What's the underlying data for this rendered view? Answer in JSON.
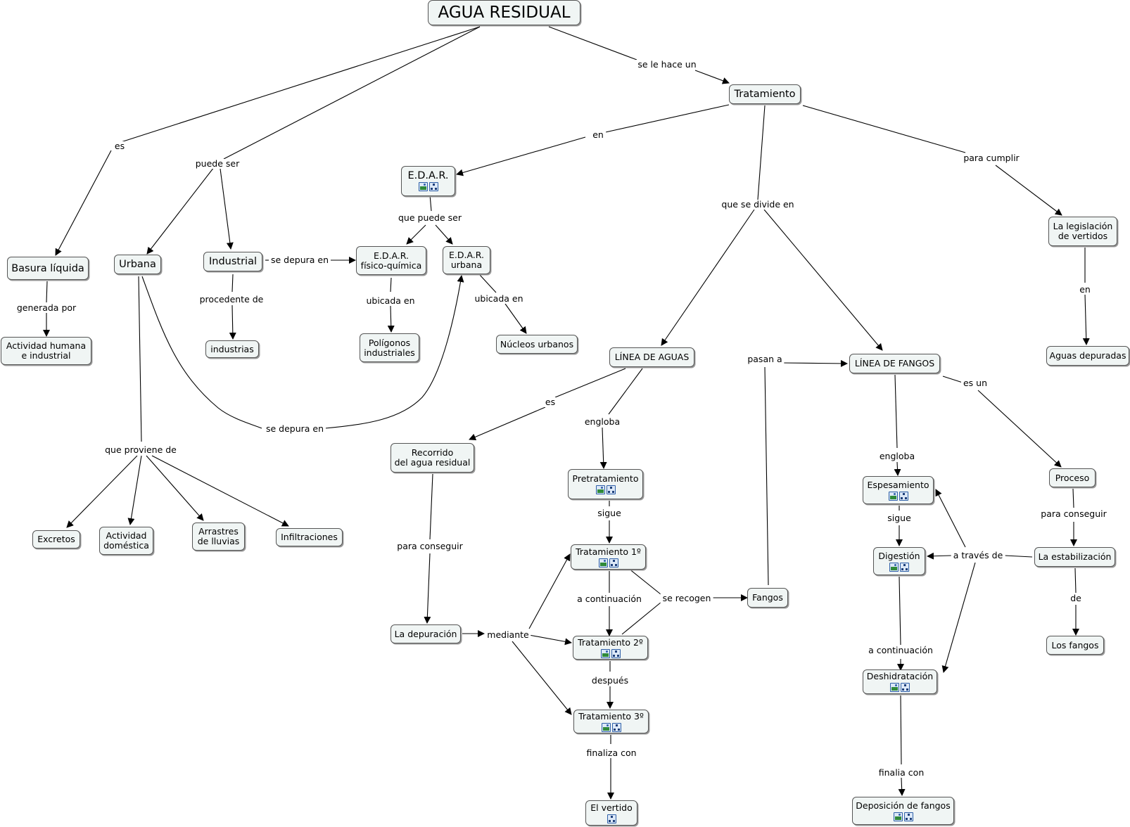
{
  "nodes": {
    "agua_residual": "AGUA RESIDUAL",
    "tratamiento": "Tratamiento",
    "edar": "E.D.A.R.",
    "basura_liquida": "Basura líquida",
    "urbana": "Urbana",
    "industrial": "Industrial",
    "edar_fq": "E.D.A.R.\nfísico-química",
    "edar_urbana": "E.D.A.R.\nurbana",
    "legislacion": "La legislación\nde vertidos",
    "actividad_humana": "Actividad humana\ne industrial",
    "industrias": "industrias",
    "poligonos": "Polígonos\nindustriales",
    "nucleos": "Núcleos urbanos",
    "aguas_depuradas": "Aguas depuradas",
    "linea_aguas": "LÍNEA DE AGUAS",
    "linea_fangos": "LÍNEA DE FANGOS",
    "recorrido": "Recorrido\ndel agua residual",
    "pretratamiento": "Pretratamiento",
    "espesamiento": "Espesamiento",
    "proceso": "Proceso",
    "excretos": "Excretos",
    "actividad_domestica": "Actividad\ndoméstica",
    "arrastres": "Arrastres\nde lluvias",
    "infiltraciones": "Infiltraciones",
    "tratamiento1": "Tratamiento 1º",
    "digestion": "Digestión",
    "estabilizacion": "La estabilización",
    "fangos": "Fangos",
    "depuracion": "La depuración",
    "tratamiento2": "Tratamiento 2º",
    "deshidratacion": "Deshidratación",
    "los_fangos": "Los fangos",
    "tratamiento3": "Tratamiento 3º",
    "vertido": "El vertido",
    "deposicion": "Deposición de fangos"
  },
  "labels": {
    "es_1": "es",
    "puede_ser": "puede ser",
    "se_le_hace_un": "se le hace un",
    "en_1": "en",
    "para_cumplir": "para cumplir",
    "que_puede_ser": "que puede ser",
    "que_se_divide_en": "que se divide en",
    "se_depura_en_1": "se depura en",
    "generada_por": "generada por",
    "procedente_de": "procedente de",
    "ubicada_en_1": "ubicada en",
    "ubicada_en_2": "ubicada en",
    "en_2": "en",
    "pasan_a": "pasan a",
    "es_un": "es un",
    "es_2": "es",
    "engloba_1": "engloba",
    "se_depura_en_2": "se depura en",
    "que_proviene_de": "que proviene de",
    "engloba_2": "engloba",
    "sigue_1": "sigue",
    "sigue_2": "sigue",
    "para_conseguir_1": "para conseguir",
    "para_conseguir_2": "para conseguir",
    "a_traves_de": "a través de",
    "a_continuacion_1": "a continuación",
    "se_recogen": "se recogen",
    "de": "de",
    "mediante": "mediante",
    "a_continuacion_2": "a continuación",
    "despues": "después",
    "finaliza_con": "finaliza con",
    "finalia_con": "finalia con"
  },
  "icons": {
    "image": "image-icon",
    "submap": "concept-map-icon"
  },
  "colors": {
    "node_fill": "#f0f5f4",
    "node_border": "#555555",
    "link": "#000000",
    "icon_border": "#2e5fa8"
  }
}
